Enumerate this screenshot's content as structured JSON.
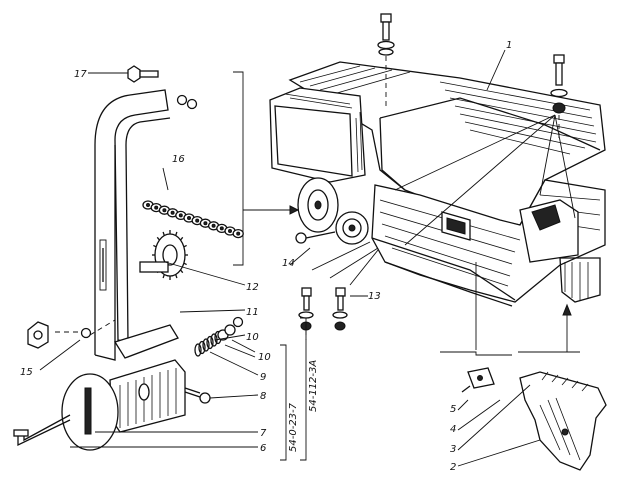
{
  "diagram": {
    "callouts": {
      "c1": "1",
      "c2": "2",
      "c3": "3",
      "c4": "4",
      "c5": "5",
      "c6": "6",
      "c7": "7",
      "c8": "8",
      "c9": "9",
      "c10a": "10",
      "c10b": "10",
      "c11": "11",
      "c12": "12",
      "c13": "13",
      "c14": "14",
      "c15": "15",
      "c16": "16",
      "c17": "17"
    },
    "kit_labels": {
      "kit_a": "54-0-23-7",
      "kit_b": "54-112-3A"
    }
  }
}
